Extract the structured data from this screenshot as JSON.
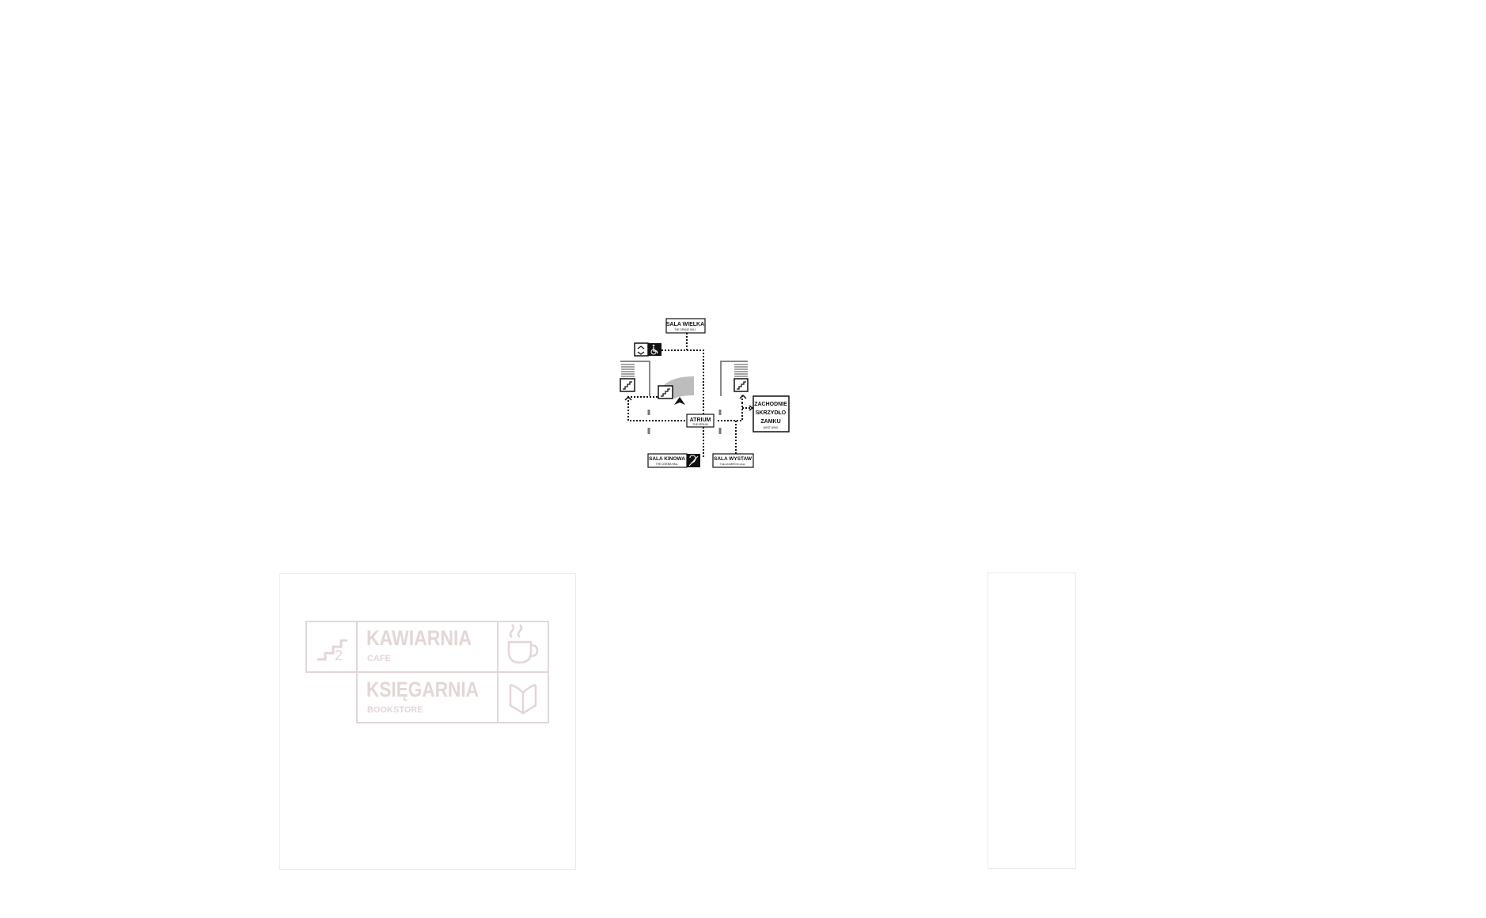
{
  "colors": {
    "ink": "#111111",
    "gray_fill": "#bdbdbd",
    "faint_sign": "#e4d6d6",
    "frame": "#ececec",
    "background": "#ffffff"
  },
  "map": {
    "nodes": {
      "grand_hall": {
        "title": "SALA WIELKA",
        "subtitle": "THE GRAND HALL"
      },
      "atrium": {
        "title": "ATRIUM",
        "subtitle": "THE ATRIUM"
      },
      "cinema_hall": {
        "title": "SALA KINOWA",
        "subtitle": "THE CINEMA HALL"
      },
      "exhibition_hall": {
        "title": "SALA WYSTAW",
        "subtitle": "THE EXHIBITION HALL"
      },
      "west_wing": {
        "title_line1": "ZACHODNIE",
        "title_line2": "SKRZYDŁO",
        "title_line3": "ZAMKU",
        "subtitle": "WEST WING"
      }
    },
    "icons": [
      "elevator-icon",
      "wheelchair-icon",
      "stairs-icon",
      "you-are-here-arrow-icon",
      "hearing-loop-icon"
    ]
  },
  "sign": {
    "floor_number": "2",
    "rows": [
      {
        "title": "KAWIARNIA",
        "subtitle": "CAFE",
        "icon": "coffee-cup-icon"
      },
      {
        "title": "KSIĘGARNIA",
        "subtitle": "BOOKSTORE",
        "icon": "open-book-icon"
      }
    ]
  }
}
